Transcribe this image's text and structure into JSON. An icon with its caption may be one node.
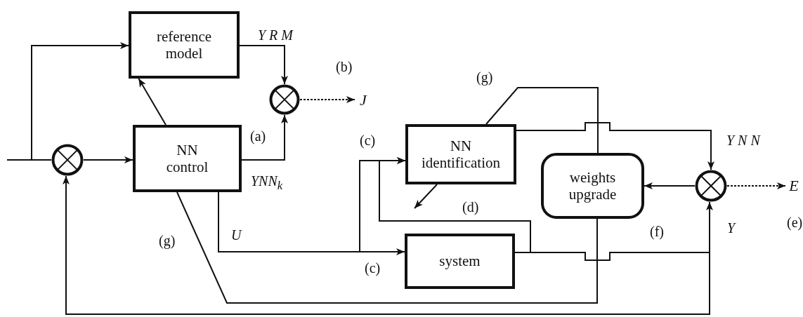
{
  "diagram": {
    "nodes": [
      {
        "text": [
          "reference model"
        ]
      },
      {
        "text": [
          "NN control"
        ]
      },
      {
        "text": [
          "NN identification"
        ]
      },
      {
        "text": [
          "weights upgrade"
        ]
      },
      {
        "text": [
          "system"
        ]
      },
      {
        "text": [],
        "shape": "circle"
      },
      {
        "text": [],
        "shape": "circle"
      },
      {
        "text": [
          "J"
        ]
      },
      {
        "text": [],
        "shape": "circle"
      },
      {
        "text": [
          "E"
        ]
      }
    ],
    "edges": [
      {
        "from": null,
        "to": 5,
        "arrow": "none"
      },
      {
        "from": null,
        "to": 0,
        "arrow": "to"
      },
      {
        "from": 5,
        "to": 1,
        "arrow": "to"
      },
      {
        "from": 1,
        "to": 0,
        "arrow": "to"
      },
      {
        "from": 0,
        "to": 6,
        "arrow": "to"
      },
      {
        "from": 1,
        "to": 6,
        "arrow": "to"
      },
      {
        "from": 6,
        "to": 7,
        "arrow": "to",
        "style": "dashed"
      },
      {
        "from": 1,
        "to": 4,
        "arrow": "to"
      },
      {
        "from": 1,
        "to": 2,
        "arrow": "to"
      },
      {
        "from": 4,
        "to": 2,
        "arrow": "to"
      },
      {
        "from": 2,
        "to": 8,
        "arrow": "to"
      },
      {
        "from": 4,
        "to": 8,
        "arrow": "to"
      },
      {
        "from": 4,
        "to": 5,
        "arrow": "to"
      },
      {
        "from": 8,
        "to": 3,
        "arrow": "to"
      },
      {
        "from": 8,
        "to": 9,
        "arrow": "to",
        "style": "dashed"
      },
      {
        "from": 3,
        "to": 2,
        "arrow": "none"
      },
      {
        "from": 3,
        "to": 1,
        "arrow": "none"
      }
    ],
    "labels": [
      "Y R M",
      "(b)",
      "(g)",
      "(a)",
      "(c)",
      "YNN$_{k}$",
      "Y N N",
      "(d)",
      "(e)",
      "(g)",
      "U",
      "(f)",
      "Y",
      "(c)"
    ]
  }
}
